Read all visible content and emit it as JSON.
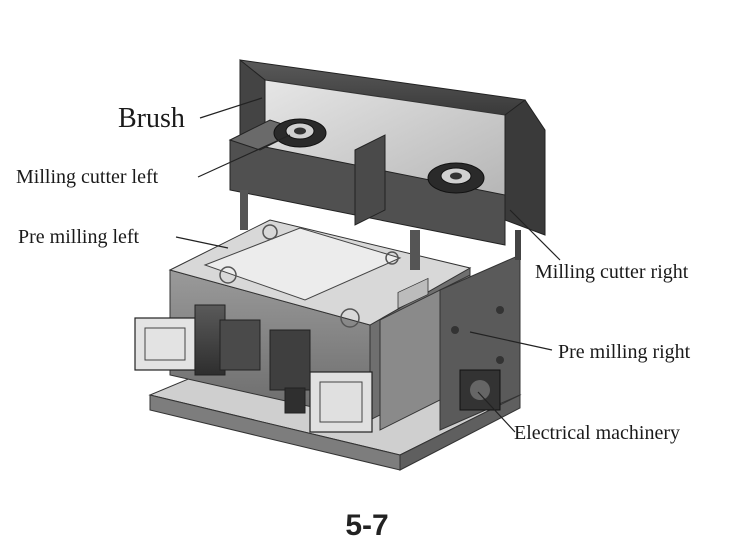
{
  "labels": {
    "brush": "Brush",
    "milling_cutter_left": "Milling cutter left",
    "pre_milling_left": "Pre milling left",
    "milling_cutter_right": "Milling cutter right",
    "pre_milling_right": "Pre milling right",
    "electrical_machinery": "Electrical machinery"
  },
  "figure_number": "5-7"
}
